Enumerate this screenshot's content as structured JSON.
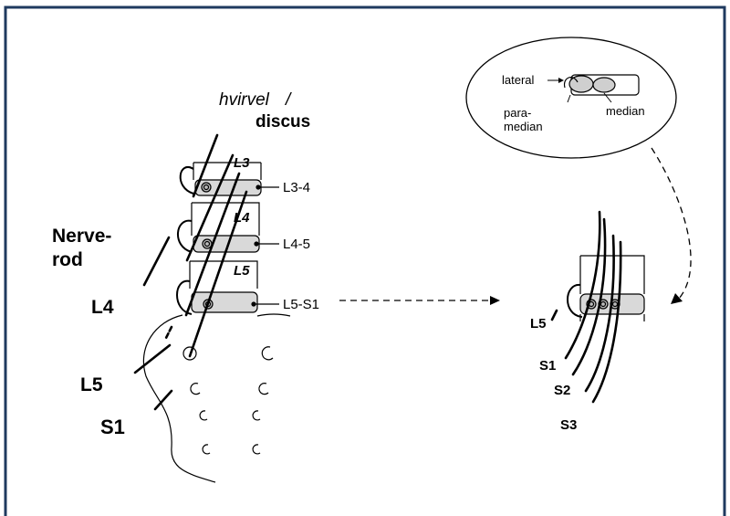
{
  "colors": {
    "frame": "#1f3a5f",
    "disc_fill": "#d9d9d9",
    "ink": "#000000"
  },
  "header": {
    "vertebra_label": "hvirvel",
    "slash": "/",
    "disc_label": "discus"
  },
  "labels": {
    "nerve_root_line1": "Nerve-",
    "nerve_root_line2": "rod",
    "left_L4": "L4",
    "left_L5": "L5",
    "left_S1": "S1",
    "vert_L3": "L3",
    "vert_L4": "L4",
    "vert_L5": "L5",
    "disc_L3_4": "L3-4",
    "disc_L4_5": "L4-5",
    "disc_L5_S1": "L5-S1",
    "right_L5": "L5",
    "right_S1": "S1",
    "right_S2": "S2",
    "right_S3": "S3"
  },
  "inset": {
    "lateral": "lateral",
    "paramedian_line1": "para-",
    "paramedian_line2": "median",
    "median": "median"
  }
}
